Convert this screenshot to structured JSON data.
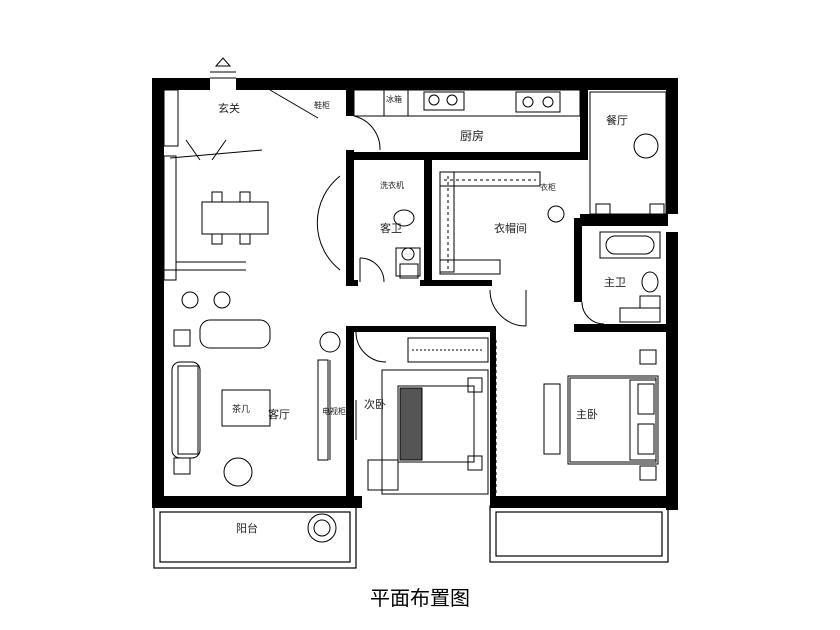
{
  "caption": "平面布置图",
  "rooms": {
    "entrance": "玄关",
    "kitchen": "厨房",
    "restaurant": "餐厅",
    "guest_bath": "客卫",
    "walk_in_closet": "衣帽间",
    "living_room": "客厅",
    "second_bedroom": "次卧",
    "master_bedroom": "主卧",
    "master_bath": "主卫",
    "balcony": "阳台"
  },
  "furniture": {
    "shoe_cabinet": "鞋柜",
    "coffee_table": "茶几",
    "tv_cabinet": "电视柜",
    "wardrobe": "衣柜",
    "washer": "洗衣机",
    "fridge": "冰箱"
  }
}
